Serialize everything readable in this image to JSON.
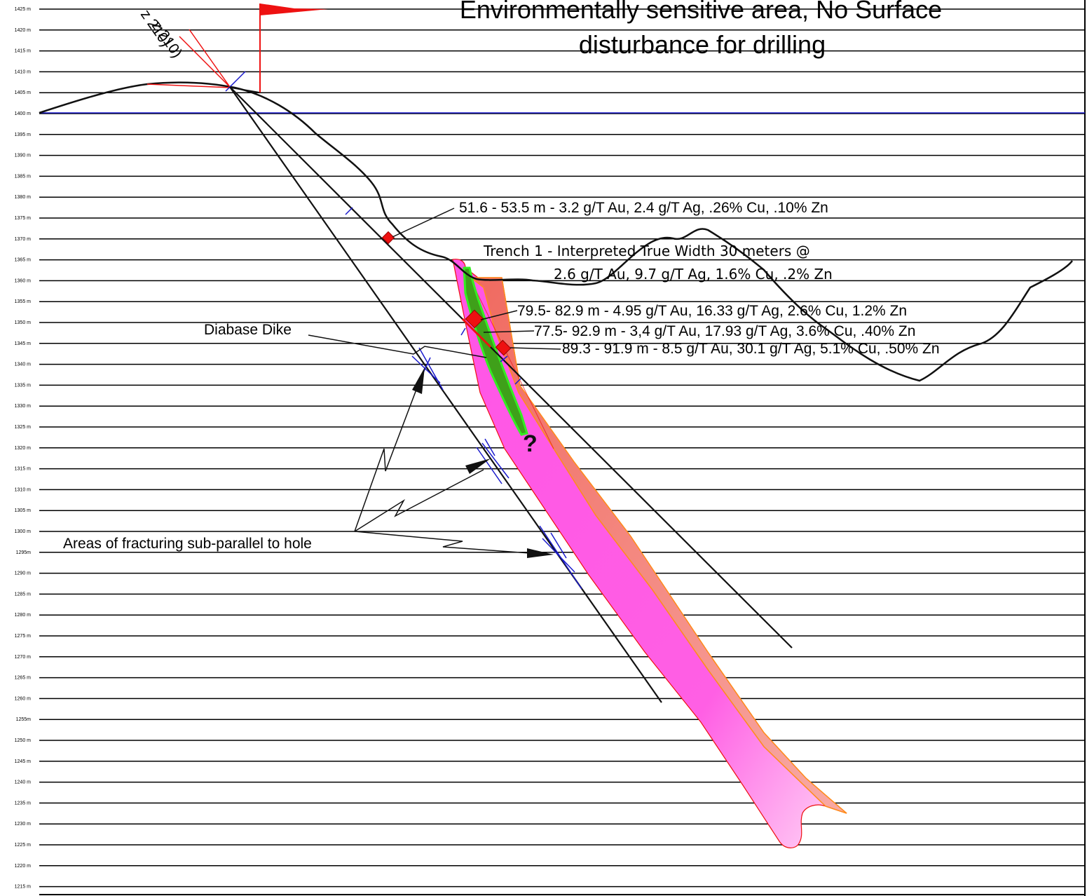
{
  "elevation_labels": [
    "1425 m",
    "1420 m",
    "1415 m",
    "1410 m",
    "1405 m",
    "1400 m",
    "1395 m",
    "1390 m",
    "1385 m",
    "1380 m",
    "1375 m",
    "1370 m",
    "1365 m",
    "1360 m",
    "1355 m",
    "1350 m",
    "1345 m",
    "1340 m",
    "1335 m",
    "1330 m",
    "1325 m",
    "1320 m",
    "1315 m",
    "1310 m",
    "1305 m",
    "1300 m",
    "1295m",
    "1290 m",
    "1285 m",
    "1280 m",
    "1275 m",
    "1270 m",
    "1265 m",
    "1260 m",
    "1255m",
    "1250 m",
    "1245 m",
    "1240 m",
    "1235 m",
    "1230 m",
    "1225 m",
    "1220 m",
    "1215 m"
  ],
  "title_line1": "Environmentally sensitive area, No Surface",
  "title_line2": "disturbance for drilling",
  "hole_label_a": "z 210)",
  "hole_label_b": "z 210)",
  "intercept_1": "51.6 - 53.5 m - 3.2 g/T Au, 2.4 g/T Ag, .26% Cu, .10% Zn",
  "trench_line1": "Trench 1 - Interpreted True Width 30 meters @",
  "trench_line2": "2.6 g/T Au, 9.7 g/T Ag, 1.6% Cu, .2% Zn",
  "intercept_2": "79.5- 82.9 m - 4.95 g/T Au, 16.33 g/T Ag, 2.6% Cu, 1.2% Zn",
  "intercept_3": "77.5- 92.9 m - 3,4 g/T Au, 17.93 g/T Ag, 3.6% Cu, .40% Zn",
  "intercept_4": "89.3 - 91.9 m - 8.5 g/T Au, 30.1 g/T Ag, 5.1% Cu, .50% Zn",
  "dike_label": "Diabase Dike",
  "fracture_label": "Areas of fracturing sub-parallel to hole",
  "question_mark": "?",
  "colors": {
    "zone_pink": "#ff4fe0",
    "zone_salmon": "#f2706b",
    "zone_orange": "#ff8c1a",
    "dike_green": "#3fae1e",
    "reference_blue": "#0000cc",
    "intercept_red": "#ee1111"
  }
}
